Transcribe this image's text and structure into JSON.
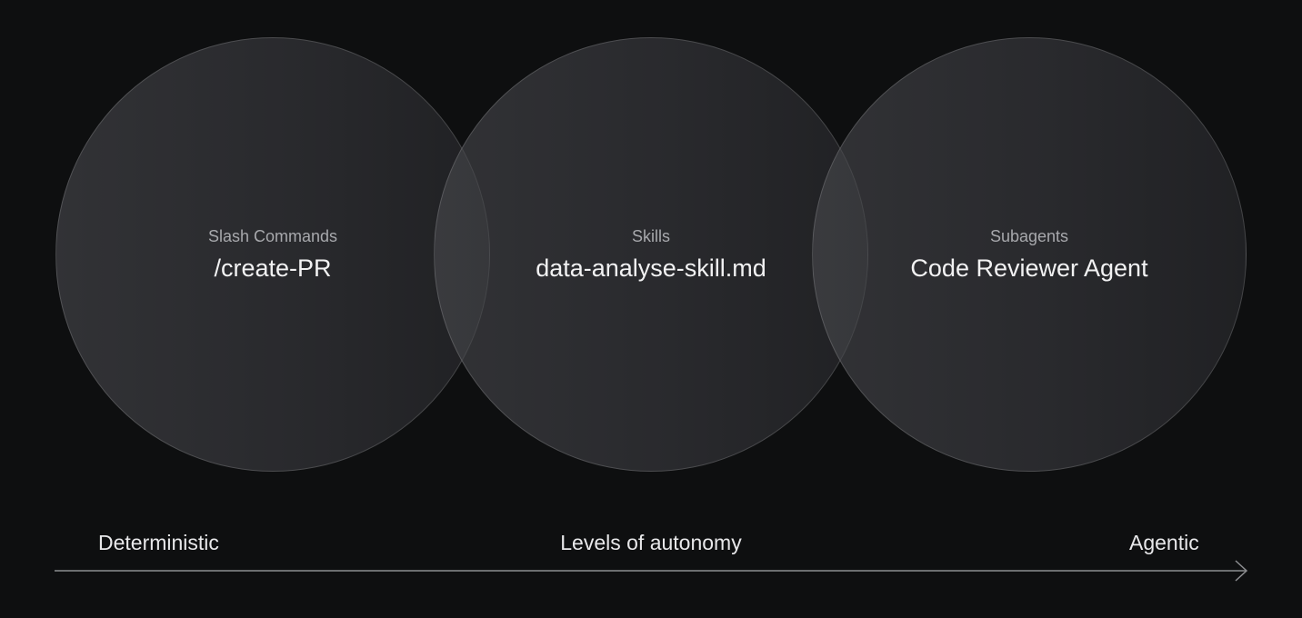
{
  "circles": [
    {
      "category": "Slash Commands",
      "example": "/create-PR"
    },
    {
      "category": "Skills",
      "example": "data-analyse-skill.md"
    },
    {
      "category": "Subagents",
      "example": "Code Reviewer Agent"
    }
  ],
  "axis": {
    "left_label": "Deterministic",
    "center_label": "Levels of autonomy",
    "right_label": "Agentic"
  },
  "colors": {
    "background": "#0e0f10",
    "circle_fill": "#3b3c40",
    "circle_border": "#5a5b5f",
    "axis_line": "#8c8d90",
    "text_primary": "#f2f2f3",
    "text_secondary": "#a7a8ac"
  }
}
